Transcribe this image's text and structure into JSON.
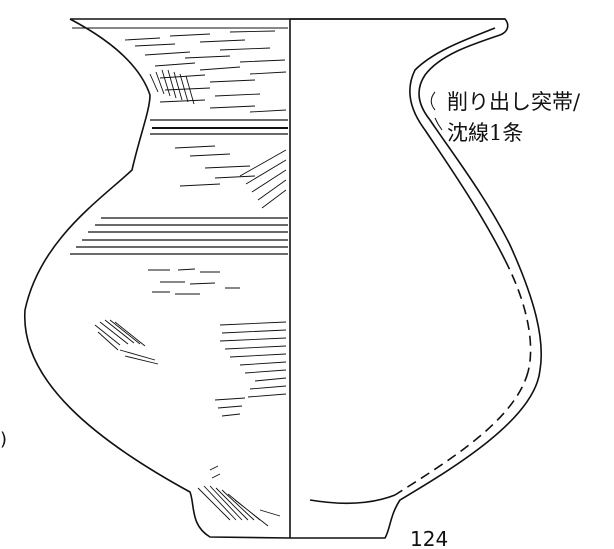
{
  "annotation": {
    "line1": "削り出し突帯/",
    "line2": "沈線1条"
  },
  "figure_number": "124",
  "edge_mark": ")",
  "colors": {
    "line": "#111111",
    "background": "#ffffff"
  }
}
